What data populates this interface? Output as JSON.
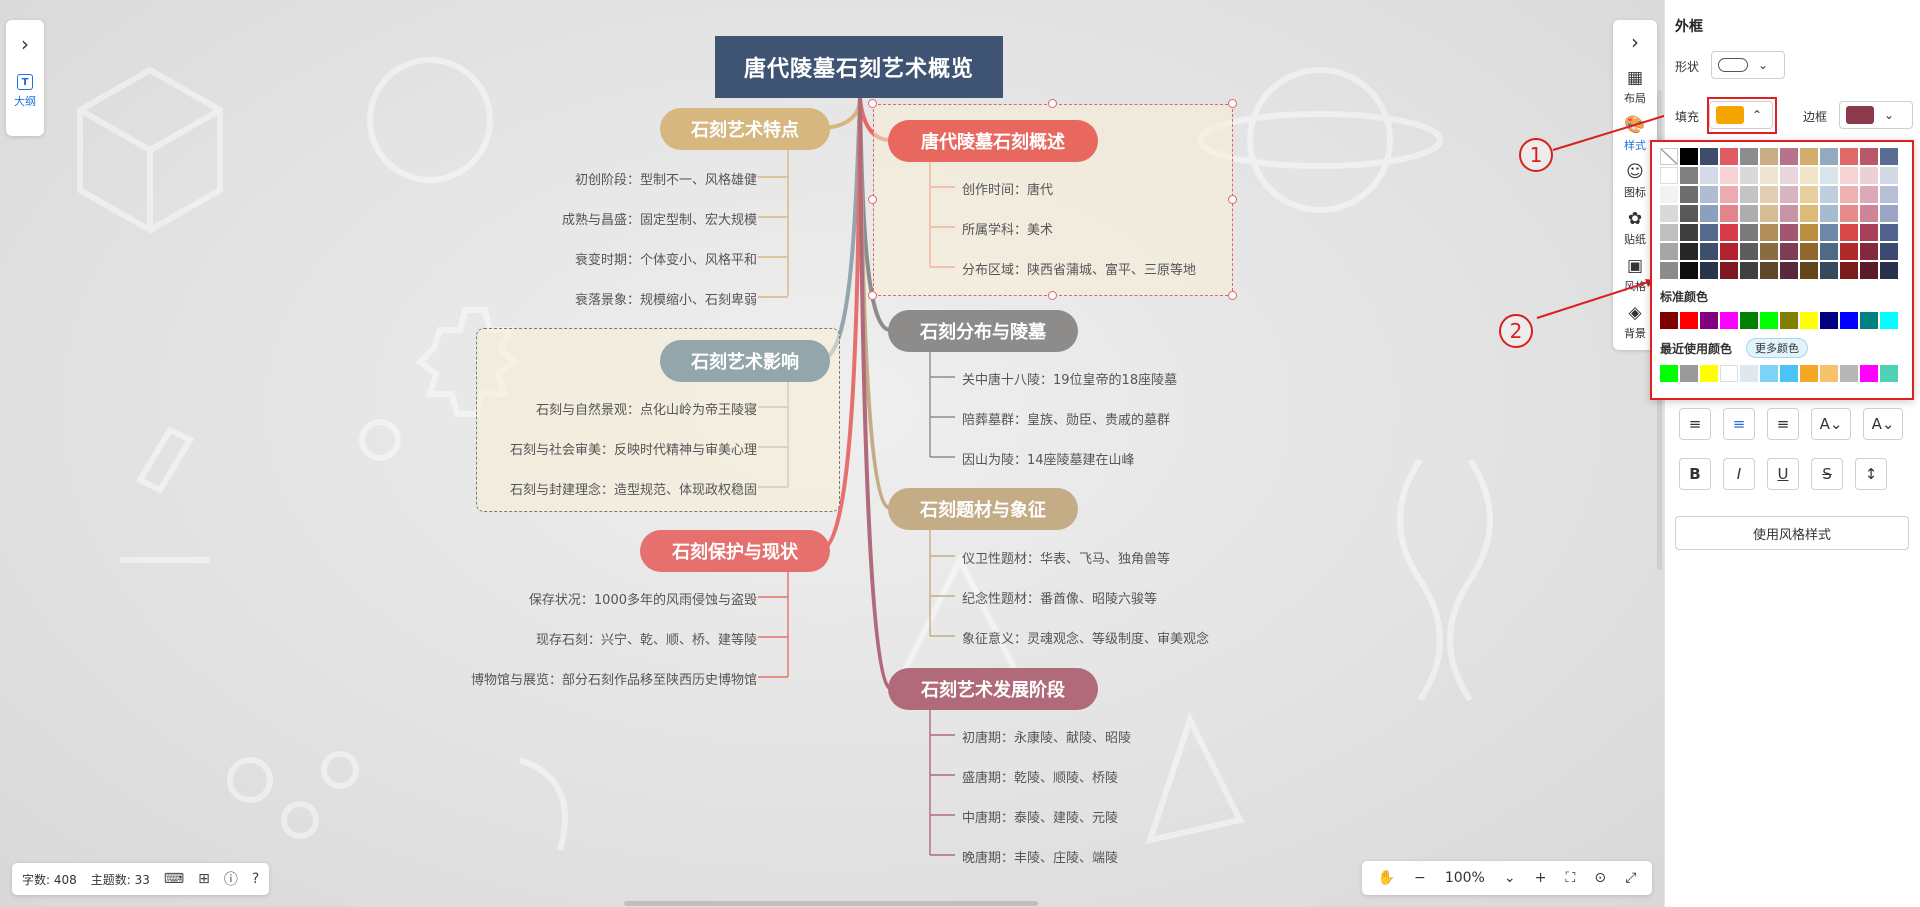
{
  "colors": {
    "root": "#3f5472",
    "gold": "#d6b77f",
    "teal": "#93a6ab",
    "salmon": "#e6706d",
    "coral": "#e8675f",
    "gray": "#8e8c8b",
    "tan": "#c4ac87",
    "plum": "#b06a7a",
    "accent": "#1f6fe0",
    "annotation": "#e02020",
    "fill_selected": "#f5a400",
    "border_selected": "#8b3a4c"
  },
  "left_panel": {
    "expand_icon": "chevron-right-icon",
    "outline_label": "大纲",
    "outline_icon_text": "T"
  },
  "root": "唐代陵墓石刻艺术概览",
  "topics": {
    "features": {
      "label": "石刻艺术特点",
      "items": [
        "初创阶段：型制不一、风格雄健",
        "成熟与昌盛：固定型制、宏大规模",
        "衰变时期：个体变小、风格平和",
        "衰落景象：规模缩小、石刻卑弱"
      ]
    },
    "influence": {
      "label": "石刻艺术影响",
      "items": [
        "石刻与自然景观：点化山岭为帝王陵寝",
        "石刻与社会审美：反映时代精神与审美心理",
        "石刻与封建理念：造型规范、体现政权稳固"
      ]
    },
    "protection": {
      "label": "石刻保护与现状",
      "items": [
        "保存状况：1000多年的风雨侵蚀与盗毁",
        "现存石刻：兴宁、乾、顺、桥、建等陵",
        "博物馆与展览：部分石刻作品移至陕西历史博物馆"
      ]
    },
    "overview": {
      "label": "唐代陵墓石刻概述",
      "items": [
        "创作时间：唐代",
        "所属学科：美术",
        "分布区域：陕西省蒲城、富平、三原等地"
      ]
    },
    "distribution": {
      "label": "石刻分布与陵墓",
      "items": [
        "关中唐十八陵：19位皇帝的18座陵墓",
        "陪葬墓群：皇族、勋臣、贵戚的墓群",
        "因山为陵：14座陵墓建在山峰"
      ]
    },
    "themes": {
      "label": "石刻题材与象征",
      "items": [
        "仪卫性题材：华表、飞马、独角兽等",
        "纪念性题材：番酋像、昭陵六骏等",
        "象征意义：灵魂观念、等级制度、审美观念"
      ]
    },
    "stages": {
      "label": "石刻艺术发展阶段",
      "items": [
        "初唐期：永康陵、献陵、昭陵",
        "盛唐期：乾陵、顺陵、桥陵",
        "中唐期：泰陵、建陵、元陵",
        "晚唐期：丰陵、庄陵、端陵"
      ]
    }
  },
  "status": {
    "word_count": "字数: 408",
    "topic_count": "主题数: 33"
  },
  "zoom": {
    "level": "100%"
  },
  "vtoolbar": {
    "items": [
      {
        "label": "布局",
        "icon": "layout-icon",
        "glyph": "▦"
      },
      {
        "label": "样式",
        "icon": "palette-icon",
        "glyph": "🎨"
      },
      {
        "label": "图标",
        "icon": "smiley-icon",
        "glyph": "☺"
      },
      {
        "label": "贴纸",
        "icon": "flower-icon",
        "glyph": "✿"
      },
      {
        "label": "风格",
        "icon": "grid-icon",
        "glyph": "▣"
      },
      {
        "label": "背景",
        "icon": "layers-icon",
        "glyph": "◈"
      }
    ]
  },
  "right_panel": {
    "title": "外框",
    "shape_label": "形状",
    "fill_label": "填充",
    "border_label": "边框",
    "standard_colors": "标准颜色",
    "recent_colors": "最近使用颜色",
    "more_colors": "更多颜色",
    "use_style": "使用风格样式"
  },
  "palette": {
    "rows": [
      [
        "none",
        "#000000",
        "#3c4d6b",
        "#e05a64",
        "#8d8d8d",
        "#c9ad85",
        "#b7738a",
        "#d3ad6d",
        "#93a9bd",
        "#e06a6a",
        "#b8566b",
        "#5a6b94"
      ],
      [
        "#ffffff",
        "#808080",
        "#d5dbe6",
        "#f6d1d5",
        "#d9d9d9",
        "#efe4d2",
        "#e9d5dd",
        "#f2e4c9",
        "#d9e3ec",
        "#f6d3d3",
        "#ecd0d7",
        "#d3d8e5"
      ],
      [
        "#f2f2f2",
        "#6e6e6e",
        "#b0bcd2",
        "#ecaab1",
        "#c4c4c4",
        "#e2cfb2",
        "#d6b5c0",
        "#e7cf9f",
        "#bfcede",
        "#eeb0b0",
        "#dcaab6",
        "#b6bfd5"
      ],
      [
        "#d9d9d9",
        "#595959",
        "#8b9fbf",
        "#e5838d",
        "#adadad",
        "#d6bc95",
        "#c894a5",
        "#dcbb79",
        "#a6bad0",
        "#e58b8b",
        "#cd8597",
        "#9aa5c6"
      ],
      [
        "#bfbfbf",
        "#3f3f3f",
        "#566a8e",
        "#d93c48",
        "#7a7a7a",
        "#b18d5c",
        "#a45572",
        "#bd8d3f",
        "#6c8aa8",
        "#d84848",
        "#a8405a",
        "#52628f"
      ],
      [
        "#a6a6a6",
        "#262626",
        "#3d4f6c",
        "#b3232f",
        "#5d5d5d",
        "#8b6b40",
        "#7f3d55",
        "#92672a",
        "#4e6a87",
        "#b02a2a",
        "#83283f",
        "#3c4a72"
      ],
      [
        "#8c8c8c",
        "#0d0d0d",
        "#28364d",
        "#7f1a22",
        "#404040",
        "#5f4829",
        "#57293a",
        "#63451b",
        "#36495d",
        "#7a1c1c",
        "#5a1b2b",
        "#28324d"
      ]
    ],
    "standard": [
      "#7f0000",
      "#ff0000",
      "#800080",
      "#ff00ff",
      "#008000",
      "#00ff00",
      "#808000",
      "#ffff00",
      "#000080",
      "#0000ff",
      "#008080",
      "#00ffff"
    ],
    "recent": [
      "#00ff00",
      "#9a9a9a",
      "#ffff00",
      "#ffffff",
      "#dde8f0",
      "#7dd3f7",
      "#4cc3f5",
      "#f5a623",
      "#f6c26b",
      "#b6b6b6",
      "#ff00ff",
      "#4fd1b7"
    ]
  },
  "callouts": [
    "1",
    "2"
  ]
}
